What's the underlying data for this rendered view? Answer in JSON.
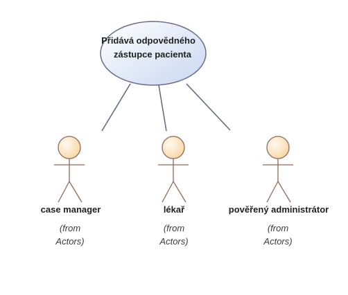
{
  "use_case": {
    "name_line_1": "Přidává odpovědného",
    "name_line_2": "zástupce pacienta",
    "fill_color": "#dfe8f7",
    "border_color": "#6b6b8f"
  },
  "actors": [
    {
      "name": "case manager",
      "origin_line_1": "(from",
      "origin_line_2": "Actors)"
    },
    {
      "name": "lékař",
      "origin_line_1": "(from",
      "origin_line_2": "Actors)"
    },
    {
      "name": "pověřený administrátor",
      "origin_line_1": "(from",
      "origin_line_2": "Actors)"
    }
  ],
  "colors": {
    "actor_head_fill": "#fbe3bd",
    "actor_head_stroke": "#8b6a5a",
    "actor_body_stroke": "#8b6a5a",
    "association_line": "#5f6477"
  }
}
